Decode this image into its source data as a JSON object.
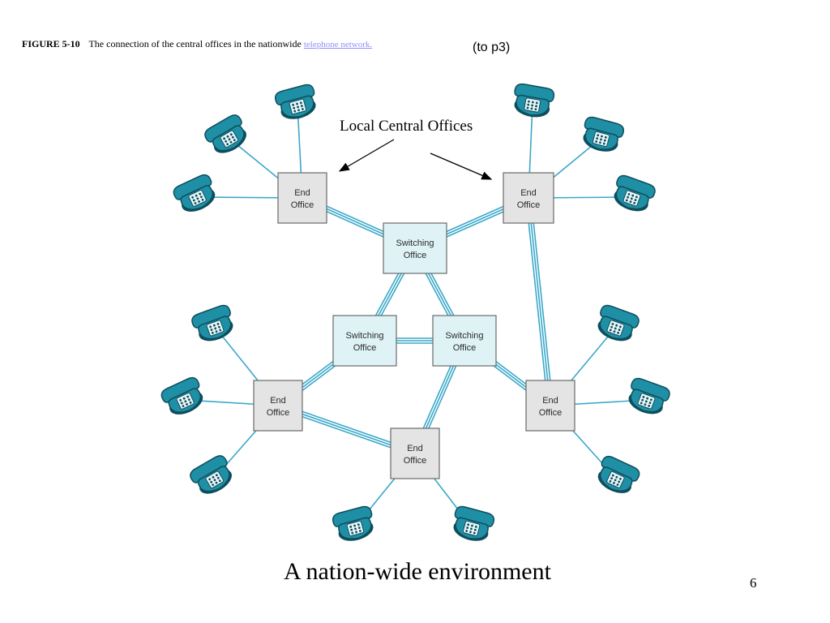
{
  "caption": {
    "figure_label": "FIGURE 5-10",
    "text": "The connection of the central offices in the nationwide",
    "link_text": "telephone network."
  },
  "page_ref": "(to p3)",
  "callout": "Local Central Offices",
  "offices": [
    {
      "id": "eo1",
      "type": "end",
      "line1": "End",
      "line2": "Office"
    },
    {
      "id": "eo2",
      "type": "end",
      "line1": "End",
      "line2": "Office"
    },
    {
      "id": "eo3",
      "type": "end",
      "line1": "End",
      "line2": "Office"
    },
    {
      "id": "eo4",
      "type": "end",
      "line1": "End",
      "line2": "Office"
    },
    {
      "id": "eo5",
      "type": "end",
      "line1": "End",
      "line2": "Office"
    },
    {
      "id": "so1",
      "type": "switching",
      "line1": "Switching",
      "line2": "Office"
    },
    {
      "id": "so2",
      "type": "switching",
      "line1": "Switching",
      "line2": "Office"
    },
    {
      "id": "so3",
      "type": "switching",
      "line1": "Switching",
      "line2": "Office"
    }
  ],
  "trunks": [
    [
      "eo1",
      "so1"
    ],
    [
      "eo2",
      "so1"
    ],
    [
      "so1",
      "so2"
    ],
    [
      "so1",
      "so3"
    ],
    [
      "so2",
      "so3"
    ],
    [
      "so2",
      "eo3"
    ],
    [
      "so3",
      "eo4"
    ],
    [
      "so3",
      "eo5"
    ],
    [
      "eo2",
      "eo4"
    ],
    [
      "eo3",
      "eo5"
    ]
  ],
  "footer_title": "A nation-wide environment",
  "page_number": "6",
  "colors": {
    "line": "#3aa8c9",
    "switching_fill": "#dff3f7",
    "end_fill": "#e4e4e4",
    "box_stroke": "#6a6a6a",
    "phone": "#1f8fa6",
    "phone_dark": "#0d4e5c"
  }
}
